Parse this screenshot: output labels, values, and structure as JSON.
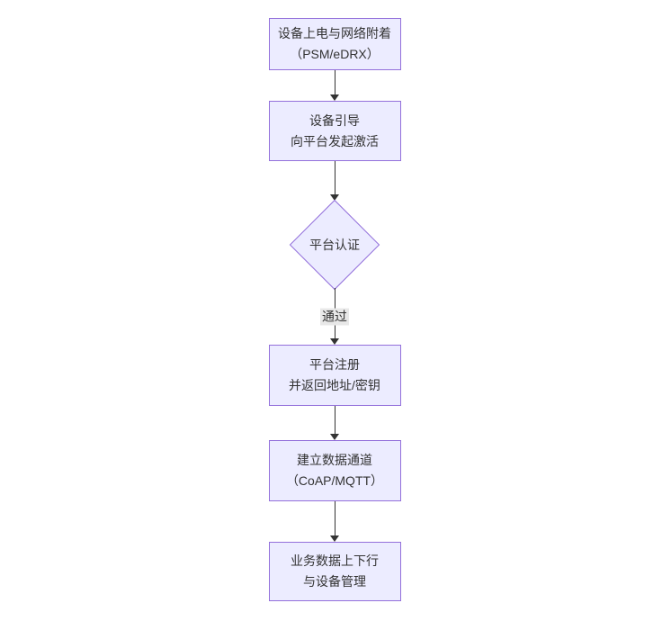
{
  "diagram": {
    "type": "flowchart-vertical",
    "colors": {
      "node_fill": "#ECECFF",
      "node_border": "#9370DB",
      "edge_line": "#333333",
      "text": "#333333",
      "edge_label_bg": "#e8e8e8",
      "background": "#ffffff"
    },
    "nodes": [
      {
        "id": "A",
        "shape": "rect",
        "lines": [
          "设备上电与网络附着",
          "（PSM/eDRX）"
        ]
      },
      {
        "id": "B",
        "shape": "rect",
        "lines": [
          "设备引导",
          "向平台发起激活"
        ]
      },
      {
        "id": "C",
        "shape": "diamond",
        "lines": [
          "平台认证"
        ]
      },
      {
        "id": "D",
        "shape": "rect",
        "lines": [
          "平台注册",
          "并返回地址/密钥"
        ]
      },
      {
        "id": "E",
        "shape": "rect",
        "lines": [
          "建立数据通道",
          "（CoAP/MQTT）"
        ]
      },
      {
        "id": "F",
        "shape": "rect",
        "lines": [
          "业务数据上下行",
          "与设备管理"
        ]
      }
    ],
    "edges": [
      {
        "from": "A",
        "to": "B",
        "label": ""
      },
      {
        "from": "B",
        "to": "C",
        "label": ""
      },
      {
        "from": "C",
        "to": "D",
        "label": "通过"
      },
      {
        "from": "D",
        "to": "E",
        "label": ""
      },
      {
        "from": "E",
        "to": "F",
        "label": ""
      }
    ]
  }
}
